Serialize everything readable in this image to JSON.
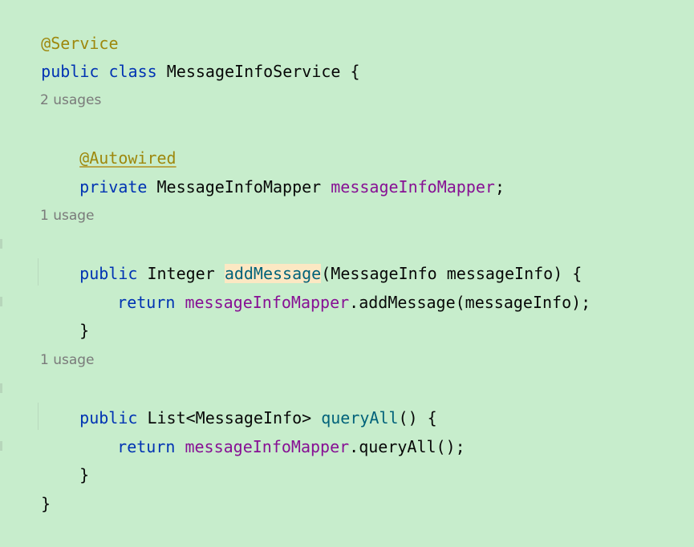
{
  "code": {
    "line1": {
      "annotation": "@Service"
    },
    "line2": {
      "kw1": "public",
      "kw2": "class",
      "class_name": "MessageInfoService",
      "brace": "{"
    },
    "hint1": "2 usages",
    "line3": {
      "annotation": "@Autowired"
    },
    "line4": {
      "kw": "private",
      "type": "MessageInfoMapper",
      "field": "messageInfoMapper",
      "semicolon": ";"
    },
    "hint2": "1 usage",
    "line5": {
      "kw": "public",
      "type": "Integer",
      "method": "addMessage",
      "params": "(MessageInfo messageInfo) {"
    },
    "line6": {
      "kw": "return",
      "field": "messageInfoMapper",
      "call": ".addMessage(messageInfo);"
    },
    "line7": {
      "brace": "}"
    },
    "hint3": "1 usage",
    "line8": {
      "kw": "public",
      "type": "List<MessageInfo>",
      "method": "queryAll",
      "params": "() {"
    },
    "line9": {
      "kw": "return",
      "field": "messageInfoMapper",
      "call": ".queryAll();"
    },
    "line10": {
      "brace": "}"
    },
    "line11": {
      "brace": "}"
    }
  },
  "colors": {
    "background": "#c7edcc",
    "keyword": "#0033b3",
    "annotation": "#9e880d",
    "field": "#871094",
    "method_declaration": "#00627a",
    "usage_hint": "#7a7a7a",
    "highlight": "#fce8c3"
  }
}
